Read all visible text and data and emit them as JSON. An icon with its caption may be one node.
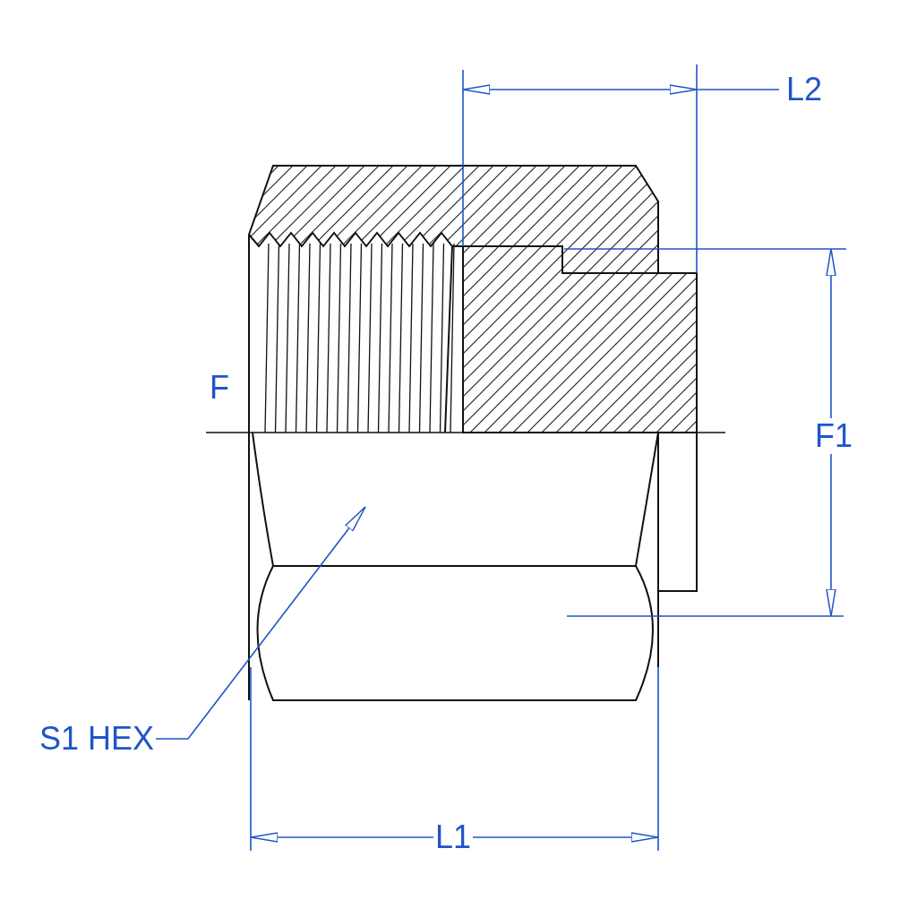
{
  "diagram": {
    "nodes": [
      {
        "text": [
          "S1 HEX"
        ]
      },
      {
        "text": [],
        "shape": "picture"
      }
    ],
    "edges": [
      {
        "from": 0,
        "to": 1,
        "arrow": "to"
      }
    ],
    "labels": [
      "L2",
      "F",
      "F1",
      "L1"
    ]
  }
}
